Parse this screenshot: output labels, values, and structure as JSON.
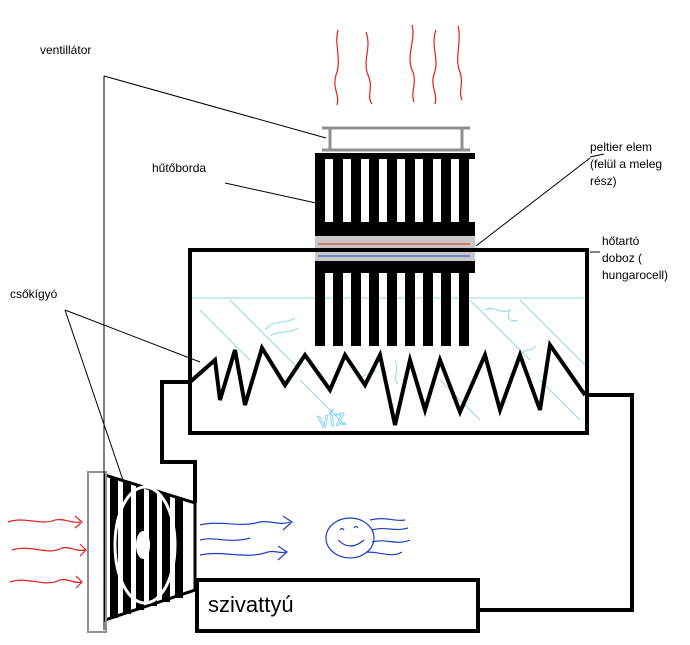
{
  "labels": {
    "ventilator": "ventillátor",
    "heatsink": "hűtőborda",
    "peltier_line1": "peltier elem",
    "peltier_line2": "(felül a meleg",
    "peltier_line3": "rész)",
    "box_line1": "hőtartó",
    "box_line2": "doboz (",
    "box_line3": "hungarocell)",
    "coil": "csőkígyó",
    "pump": "szivattyú",
    "water": "víz"
  },
  "colors": {
    "line": "#000000",
    "hot_air": "#e02020",
    "cold_air": "#2040c0",
    "water": "#8fd8f0",
    "peltier_gray": "#c8c8c8",
    "frame_gray": "#909090"
  },
  "icons": [
    "heatsink-icon",
    "peltier-icon",
    "fan-icon",
    "coil-icon",
    "face-icon"
  ]
}
